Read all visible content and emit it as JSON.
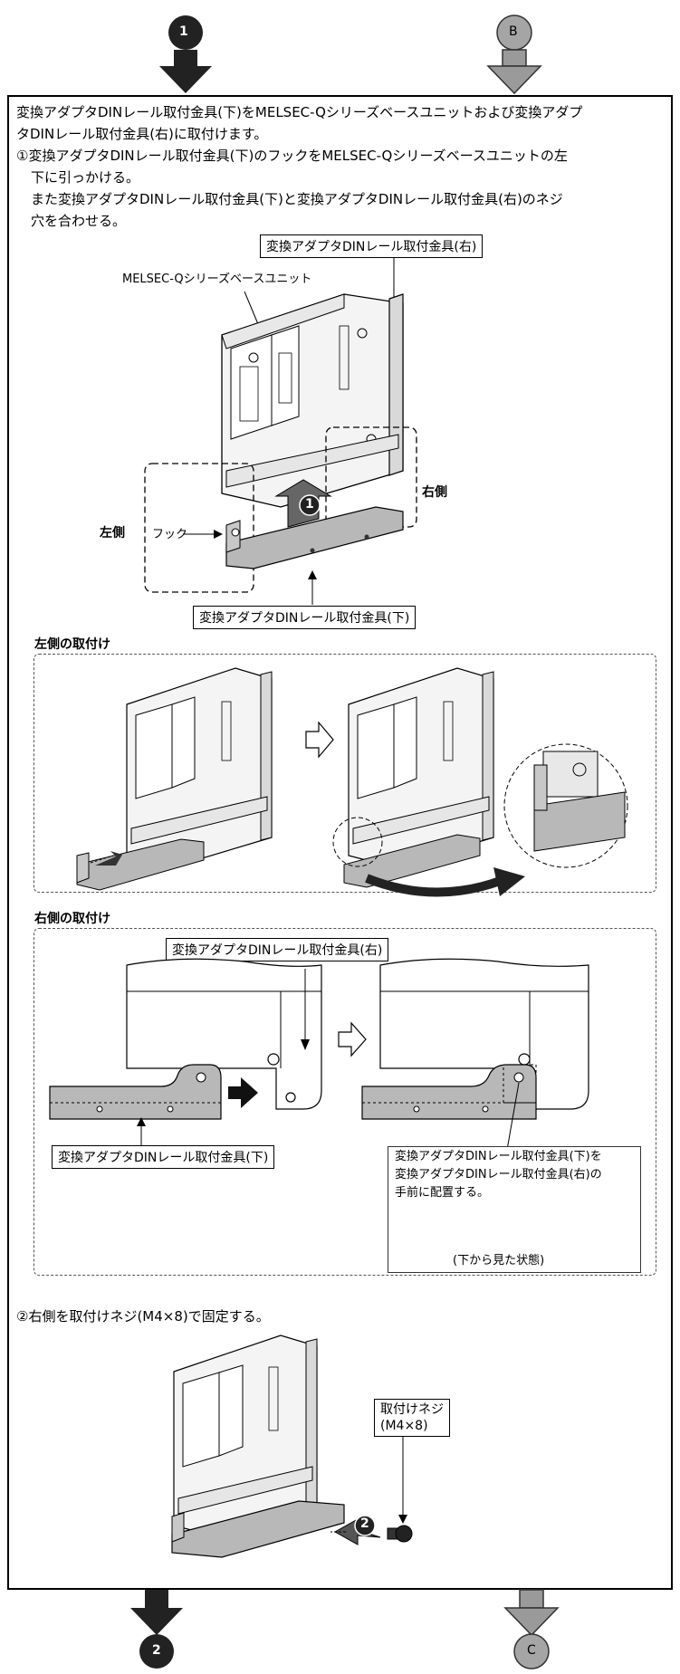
{
  "connectors": {
    "top_left": "1",
    "top_right": "B",
    "bottom_left": "2",
    "bottom_right": "C"
  },
  "instructions": {
    "line1": "変換アダプタDINレール取付金具(下)をMELSEC-Qシリーズベースユニットおよび変換アダプ",
    "line2": "タDINレール取付金具(右)に取付けます。",
    "step1_line1": "①変換アダプタDINレール取付金具(下)のフックをMELSEC-Qシリーズベースユニットの左",
    "step1_line2": "下に引っかける。",
    "step1_line3": "また変換アダプタDINレール取付金具(下)と変換アダプタDINレール取付金具(右)のネジ",
    "step1_line4": "穴を合わせる。",
    "step2": "②右側を取付けネジ(M4×8)で固定する。"
  },
  "figure1": {
    "label_right_bracket": "変換アダプタDINレール取付金具(右)",
    "label_base_unit": "MELSEC-Qシリーズベースユニット",
    "label_left_side": "左側",
    "label_right_side": "右側",
    "label_hook": "フック",
    "label_bottom_bracket": "変換アダプタDINレール取付金具(下)",
    "step_marker": "1"
  },
  "left_install": {
    "title": "左側の取付け"
  },
  "right_install": {
    "title": "右側の取付け",
    "label_right_bracket": "変換アダプタDINレール取付金具(右)",
    "label_bottom_bracket": "変換アダプタDINレール取付金具(下)",
    "note_line1": "変換アダプタDINレール取付金具(下)を",
    "note_line2": "変換アダプタDINレール取付金具(右)の",
    "note_line3": "手前に配置する。",
    "note_caption": "(下から見た状態)"
  },
  "figure4": {
    "screw_label_line1": "取付けネジ",
    "screw_label_line2": "(M4×8)",
    "step_marker": "2"
  },
  "colors": {
    "solid_arrow": "#222222",
    "gray_arrow": "#9a9a9a",
    "bracket_fill": "#b8b8b8",
    "unit_fill": "#f4f4f4"
  }
}
